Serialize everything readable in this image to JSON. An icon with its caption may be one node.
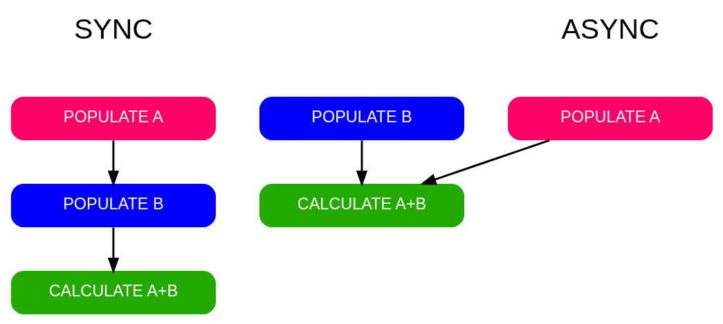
{
  "diagram": {
    "nodes": [
      {
        "text": [
          "POPULATE A"
        ]
      },
      {
        "text": [
          "POPULATE B"
        ]
      },
      {
        "text": [
          "CALCULATE A+B"
        ]
      },
      {
        "text": [
          "POPULATE A"
        ]
      },
      {
        "text": [
          "POPULATE B"
        ]
      },
      {
        "text": [
          "CALCULATE A+B"
        ]
      }
    ],
    "edges": [
      {
        "from": 0,
        "to": 1,
        "arrow": "to"
      },
      {
        "from": 1,
        "to": 2,
        "arrow": "to"
      },
      {
        "from": 3,
        "to": 5,
        "arrow": "to"
      },
      {
        "from": 4,
        "to": 5,
        "arrow": "to"
      }
    ],
    "labels": [
      "SYNC",
      "ASYNC"
    ]
  }
}
